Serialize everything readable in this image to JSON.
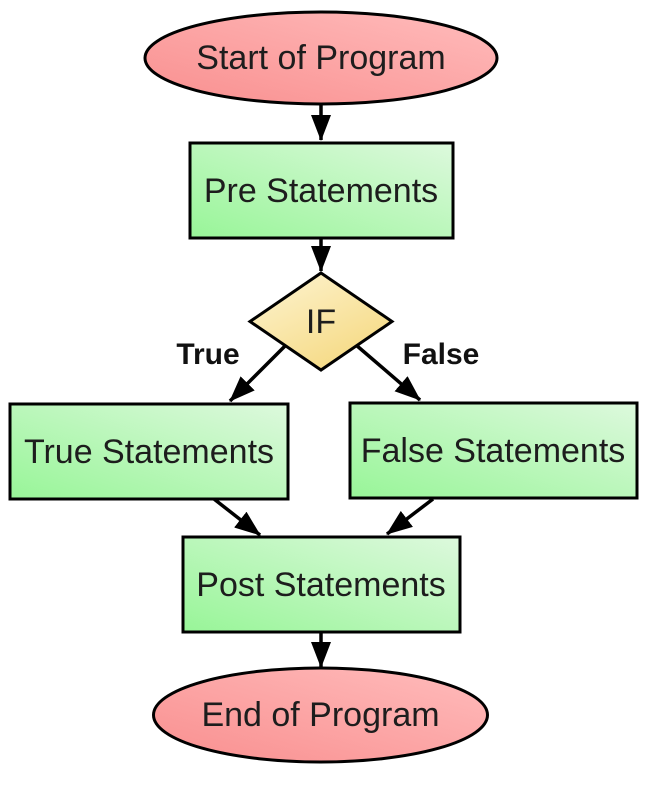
{
  "diagram": {
    "type": "flowchart",
    "subject": "if-statement control flow",
    "background": "#ffffff",
    "nodes": {
      "start": {
        "label": "Start of Program",
        "shape": "terminator-ellipse"
      },
      "pre": {
        "label": "Pre Statements",
        "shape": "process-rect"
      },
      "if": {
        "label": "IF",
        "shape": "decision-diamond"
      },
      "true_branch": {
        "label": "True Statements",
        "shape": "process-rect"
      },
      "false_branch": {
        "label": "False Statements",
        "shape": "process-rect"
      },
      "post": {
        "label": "Post Statements",
        "shape": "process-rect"
      },
      "end": {
        "label": "End of Program",
        "shape": "terminator-ellipse"
      }
    },
    "edges": [
      {
        "from": "start",
        "to": "pre",
        "label": ""
      },
      {
        "from": "pre",
        "to": "if",
        "label": ""
      },
      {
        "from": "if",
        "to": "true_branch",
        "label": "True"
      },
      {
        "from": "if",
        "to": "false_branch",
        "label": "False"
      },
      {
        "from": "true_branch",
        "to": "post",
        "label": ""
      },
      {
        "from": "false_branch",
        "to": "post",
        "label": ""
      },
      {
        "from": "post",
        "to": "end",
        "label": ""
      }
    ],
    "colors": {
      "terminator_fill_dark": "#f98f8f",
      "terminator_fill_light": "#ffbcbc",
      "process_fill_dark": "#98f598",
      "process_fill_light": "#ddf9dd",
      "decision_fill_light": "#fdf3cf",
      "decision_fill_dark": "#f5d87e",
      "stroke": "#000000",
      "text": "#1d1d1d"
    }
  }
}
